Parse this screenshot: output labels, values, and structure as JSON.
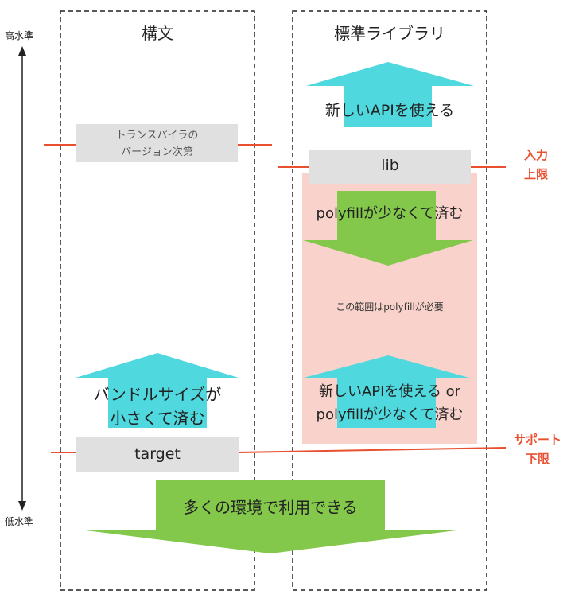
{
  "axis": {
    "high": "高水準",
    "low": "低水準"
  },
  "columns": {
    "syntax": "構文",
    "stdlib": "標準ライブラリ"
  },
  "syntax": {
    "transpiler_line1": "トランスパイラの",
    "transpiler_line2": "バージョン次第",
    "bundle_line1": "バンドルサイズが",
    "bundle_line2": "小さくて済む",
    "target": "target"
  },
  "stdlib": {
    "new_api": "新しいAPIを使える",
    "lib": "lib",
    "polyfill_small": "polyfillが少なくて済む",
    "polyfill_range": "この範囲はpolyfillが必要",
    "either_line1": "新しいAPIを使える or",
    "either_line2": "polyfillが少なくて済む"
  },
  "bottom": {
    "compat": "多くの環境で利用できる"
  },
  "markers": {
    "input_line1": "入力",
    "input_line2": "上限",
    "support_line1": "サポート",
    "support_line2": "下限"
  },
  "colors": {
    "cyan": "#4fd8dd",
    "green": "#83c84b",
    "pink": "#f9d3cb",
    "gray": "#e0e0e0",
    "red": "#e8502f"
  }
}
